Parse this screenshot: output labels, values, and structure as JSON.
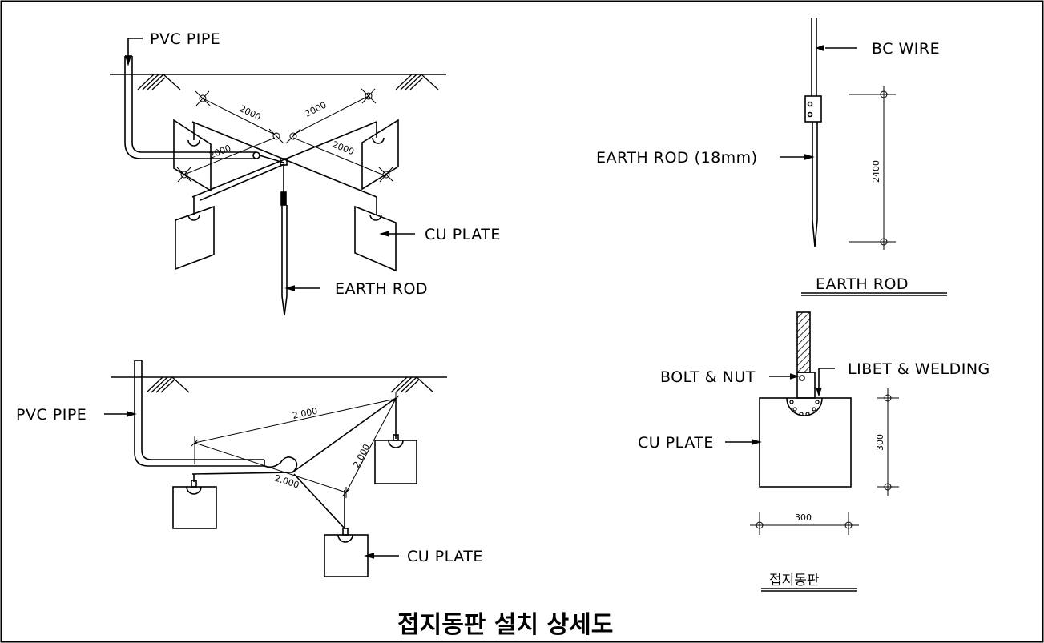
{
  "drawing_title": "접지동판 설치 상세도",
  "top_left": {
    "pvc_pipe_label": "PVC PIPE",
    "cu_plate_label": "CU PLATE",
    "earth_rod_label": "EARTH ROD",
    "dims": [
      "2000",
      "2000",
      "2000",
      "2000"
    ]
  },
  "bottom_left": {
    "pvc_pipe_label": "PVC PIPE",
    "cu_plate_label": "CU PLATE",
    "dims": [
      "2,000",
      "2,000",
      "2,000"
    ]
  },
  "earth_rod_detail": {
    "bc_wire_label": "BC WIRE",
    "earth_rod_label": "EARTH ROD (18mm)",
    "length_dim": "2400",
    "caption": "EARTH ROD"
  },
  "plate_detail": {
    "bolt_nut_label": "BOLT & NUT",
    "libet_label": "LIBET & WELDING",
    "cu_plate_label": "CU PLATE",
    "height_dim": "300",
    "width_dim": "300",
    "caption": "접지동판"
  }
}
